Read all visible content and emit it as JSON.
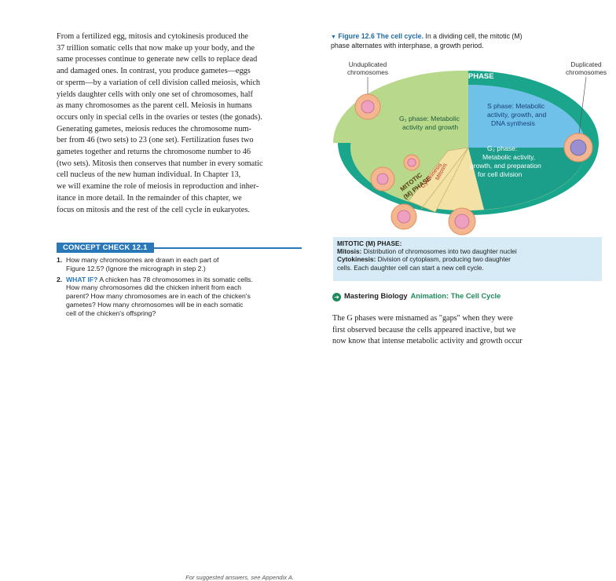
{
  "main_paragraph": {
    "lines": [
      "From a fertilized egg, mitosis and cytokinesis produced the",
      "37 trillion somatic cells that now make up your body, and the",
      "same processes continue to generate new cells to replace dead",
      "and damaged ones. In contrast, you produce gametes—eggs",
      "or sperm—by a variation of cell division called meiosis, which",
      "yields daughter cells with only one set of chromosomes, half",
      "as many chromosomes as the parent cell. Meiosis in humans",
      "occurs only in special cells in the ovaries or testes (the gonads).",
      "Generating gametes, meiosis reduces the chromosome num-",
      "ber from 46 (two sets) to 23 (one set). Fertilization fuses two",
      "gametes together and returns the chromosome number to 46",
      "(two sets). Mitosis then conserves that number in every somatic",
      "cell nucleus of the new human individual. In Chapter 13,",
      "we will examine the role of meiosis in reproduction and inher-",
      "itance in more detail. In the remainder of this chapter, we",
      "focus on mitosis and the rest of the cell cycle in eukaryotes."
    ]
  },
  "concept_check": {
    "label": "CONCEPT CHECK 12.1",
    "q1_num": "1.",
    "q1_lines": [
      "How many chromosomes are drawn in each part of",
      "Figure 12.5? (Ignore the micrograph in step 2.)"
    ],
    "q2_num": "2.",
    "q2_whatif": "WHAT IF?",
    "q2_first": " A chicken has 78 chromosomes in its somatic cells.",
    "q2_lines": [
      "How many chromosomes did the chicken inherit from each",
      "parent? How many chromosomes are in each of the chicken's",
      "gametes? How many chromosomes will be in each somatic",
      "cell of the chicken's offspring?"
    ],
    "footnote": "For suggested answers, see Appendix A."
  },
  "figure": {
    "triangle": "▼",
    "title": "Figure 12.6 The cell cycle.",
    "caption_rest": " In a dividing cell, the mitotic (M)",
    "caption_line2": "phase alternates with interphase, a growth period.",
    "unduplicated_l1": "Unduplicated",
    "unduplicated_l2": "chromosomes",
    "duplicated_l1": "Duplicated",
    "duplicated_l2": "chromosomes",
    "interphase": "INTERPHASE",
    "g1_l1": "G₁ phase: Metabolic",
    "g1_l2": "activity and growth",
    "s_l1": "S phase: Metabolic",
    "s_l2": "activity, growth, and",
    "s_l3": "DNA synthesis",
    "g2_l1": "G₂ phase:",
    "g2_l2": "Metabolic activity,",
    "g2_l3": "growth, and preparation",
    "g2_l4": "for cell division",
    "cytokinesis": "Cytokinesis",
    "mitosis": "Mitosis",
    "mphase_l1": "MITOTIC",
    "mphase_l2": "(M) PHASE",
    "colors": {
      "g1": "#b8d98c",
      "s": "#6fc1ea",
      "g2": "#1b9e8a",
      "ring": "#1aa58d",
      "mphase": "#f2e2a6",
      "cell": "#f3b690",
      "nucleus": "#eea0c0",
      "accent_blue": "#1f6aa8",
      "box_bg": "#d6ebf6"
    }
  },
  "mitotic_box": {
    "title": "MITOTIC (M) PHASE:",
    "mitosis_label": "Mitosis:",
    "mitosis_text": " Distribution of chromosomes into two daughter nuclei",
    "cyto_label": "Cytokinesis:",
    "cyto_text": " Division of cytoplasm, producing two daughter",
    "cyto_text2": "cells. Each daughter cell can start a new cell cycle."
  },
  "mastering": {
    "icon": "arrow-right-circle",
    "brand": "Mastering Biology",
    "animation": "Animation: The Cell Cycle"
  },
  "right_paragraph": {
    "lines": [
      "The G phases were misnamed as \"gaps\" when they were",
      "first observed because the cells appeared inactive, but we",
      "now know that intense metabolic activity and growth occur"
    ]
  }
}
